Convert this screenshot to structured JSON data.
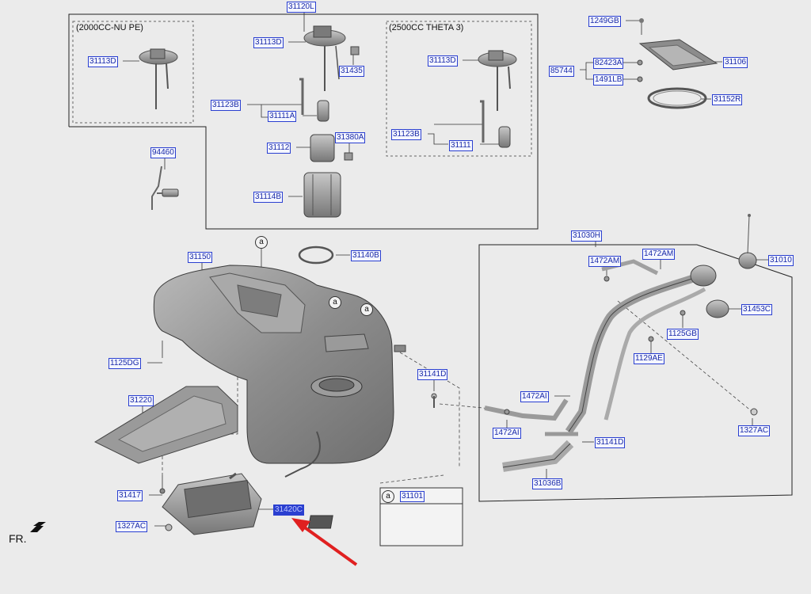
{
  "front_label": "FR.",
  "groups": {
    "engine_1": "(2000CC-NU PE)",
    "engine_2": "(2500CC THETA 3)"
  },
  "callout_marker": "a",
  "labels": {
    "p31120L": "31120L",
    "p31113D_1": "31113D",
    "p31113D_2": "31113D",
    "p31113D_3": "31113D",
    "p31435": "31435",
    "p31123B_1": "31123B",
    "p31123B_2": "31123B",
    "p31111A": "31111A",
    "p31111": "31111",
    "p31112": "31112",
    "p31380A": "31380A",
    "p31114B": "31114B",
    "p94460": "94460",
    "p1249GB": "1249GB",
    "p82423A": "82423A",
    "p85744": "85744",
    "p1491LB": "1491LB",
    "p31106": "31106",
    "p31152R": "31152R",
    "p31150": "31150",
    "p31140B": "31140B",
    "p1125DG": "1125DG",
    "p31141D_1": "31141D",
    "p31141D_2": "31141D",
    "p31220": "31220",
    "p31417": "31417",
    "p1327AC_1": "1327AC",
    "p1327AC_2": "1327AC",
    "p31420C": "31420C",
    "p31101": "31101",
    "p31030H": "31030H",
    "p1472AM_1": "1472AM",
    "p1472AM_2": "1472AM",
    "p31010": "31010",
    "p31453C": "31453C",
    "p1125GB": "1125GB",
    "p1129AE": "1129AE",
    "p1472AI_1": "1472AI",
    "p1472AI_2": "1472AI",
    "p31036B": "31036B"
  },
  "colors": {
    "label_border": "#2a3fd0",
    "label_text": "#1a2aa8",
    "highlight_arrow": "#e02020",
    "background": "#ebebeb"
  }
}
